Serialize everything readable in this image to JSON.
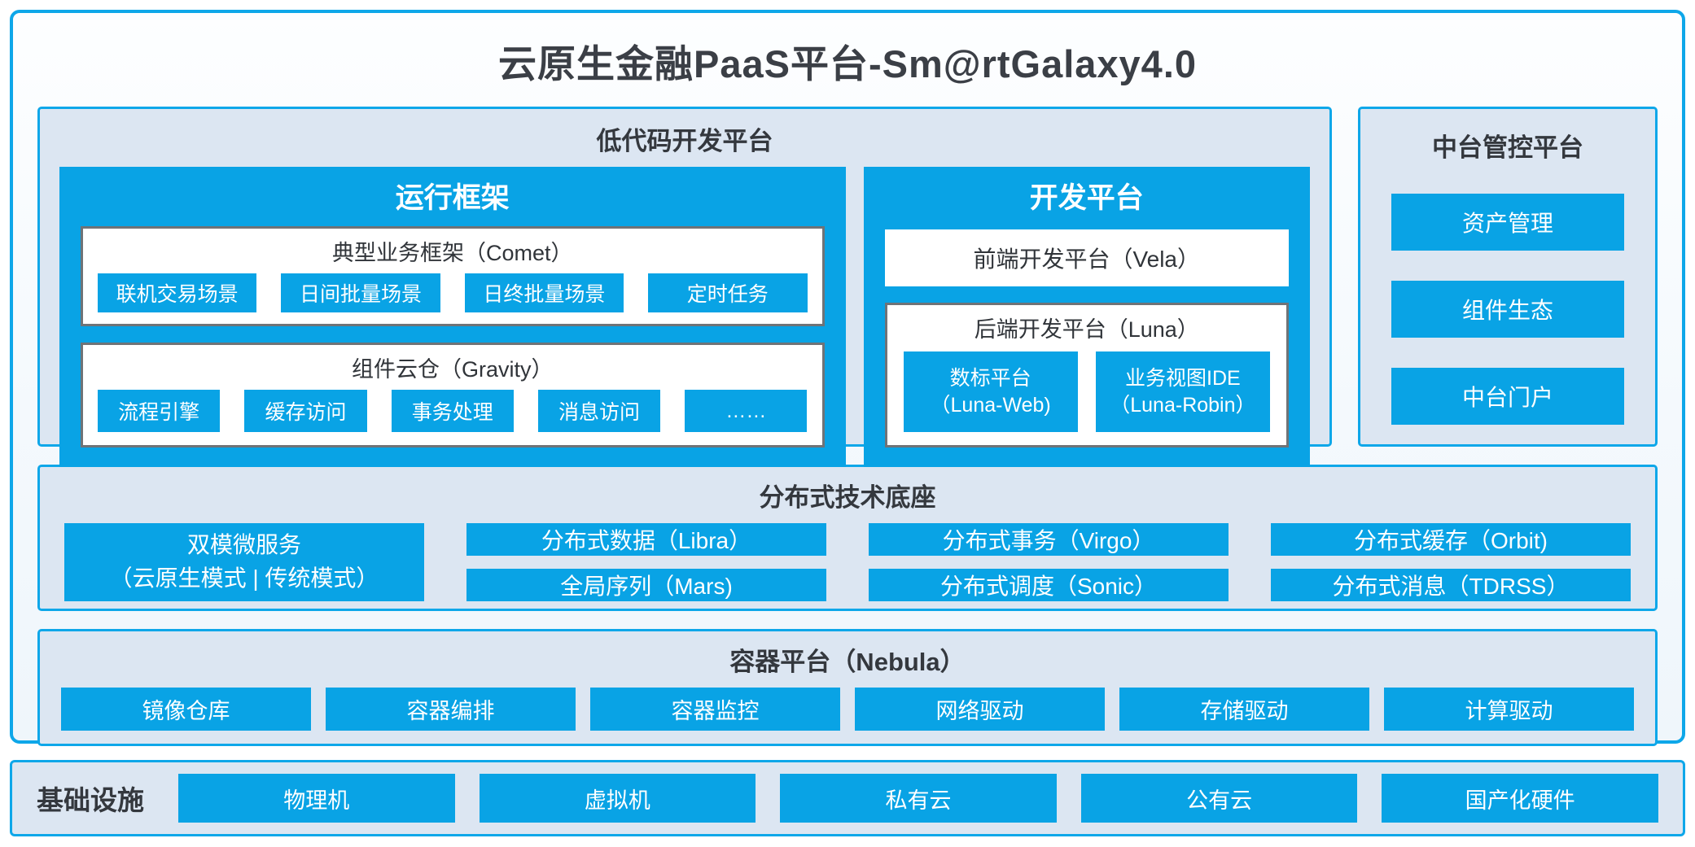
{
  "title": "云原生金融PaaS平台-Sm@rtGalaxy4.0",
  "colors": {
    "accent_border": "#0ea7e9",
    "block_blue": "#09a3e5",
    "panel_background": "#dce6f2",
    "inner_box_gray_border": "#6f7377",
    "dark_text": "#34383e",
    "white_text": "#ffffff"
  },
  "lowcode": {
    "title": "低代码开发平台",
    "runtime": {
      "title": "运行框架",
      "comet": {
        "title": "典型业务框架（Comet）",
        "items": [
          "联机交易场景",
          "日间批量场景",
          "日终批量场景",
          "定时任务"
        ]
      },
      "gravity": {
        "title": "组件云仓（Gravity）",
        "items": [
          "流程引擎",
          "缓存访问",
          "事务处理",
          "消息访问",
          "……"
        ]
      }
    },
    "dev": {
      "title": "开发平台",
      "vela_label": "前端开发平台（Vela）",
      "luna": {
        "title": "后端开发平台（Luna）",
        "items": [
          {
            "line1": "数标平台",
            "line2": "（Luna-Web)"
          },
          {
            "line1": "业务视图IDE",
            "line2": "（Luna-Robin）"
          }
        ]
      }
    }
  },
  "midplatform": {
    "title": "中台管控平台",
    "items": [
      "资产管理",
      "组件生态",
      "中台门户"
    ]
  },
  "distributed": {
    "title": "分布式技术底座",
    "dual_mode": {
      "line1": "双模微服务",
      "line2": "（云原生模式 | 传统模式）"
    },
    "items": [
      "分布式数据（Libra）",
      "分布式事务（Virgo）",
      "分布式缓存（Orbit)",
      "全局序列（Mars)",
      "分布式调度（Sonic）",
      "分布式消息（TDRSS）"
    ]
  },
  "container_platform": {
    "title": "容器平台（Nebula）",
    "items": [
      "镜像仓库",
      "容器编排",
      "容器监控",
      "网络驱动",
      "存储驱动",
      "计算驱动"
    ]
  },
  "infrastructure": {
    "title": "基础设施",
    "items": [
      "物理机",
      "虚拟机",
      "私有云",
      "公有云",
      "国产化硬件"
    ]
  }
}
